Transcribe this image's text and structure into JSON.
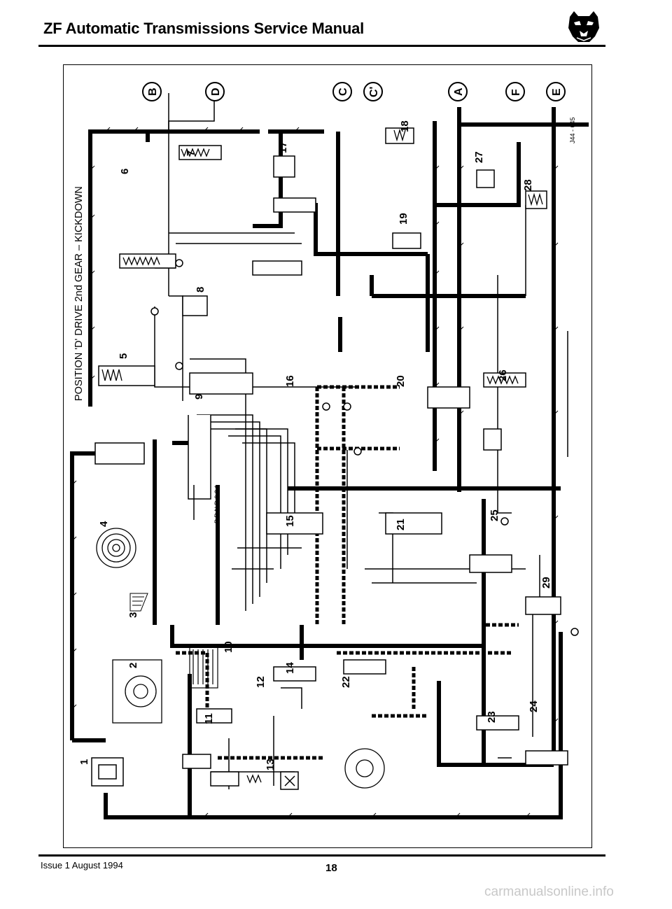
{
  "header": {
    "title": "ZF Automatic Transmissions Service Manual",
    "logo_icon": "jaguar-head-icon"
  },
  "diagram": {
    "title": "POSITION 'D' DRIVE 2nd GEAR – KICKDOWN",
    "reference": "J44 - 645",
    "selector_positions": "P R N D 3 2 1",
    "circuit_labels": [
      "B",
      "D",
      "C",
      "C'",
      "A",
      "F",
      "E"
    ],
    "component_numbers": [
      "1",
      "2",
      "3",
      "4",
      "5",
      "6",
      "7",
      "8",
      "9",
      "10",
      "11",
      "12",
      "13",
      "14",
      "15",
      "16",
      "17",
      "18",
      "19",
      "20",
      "21",
      "22",
      "23",
      "24",
      "25",
      "26",
      "27",
      "28",
      "29"
    ]
  },
  "footer": {
    "issue": "Issue 1 August 1994",
    "page_number": "18",
    "watermark": "carmanualsonline.info"
  }
}
